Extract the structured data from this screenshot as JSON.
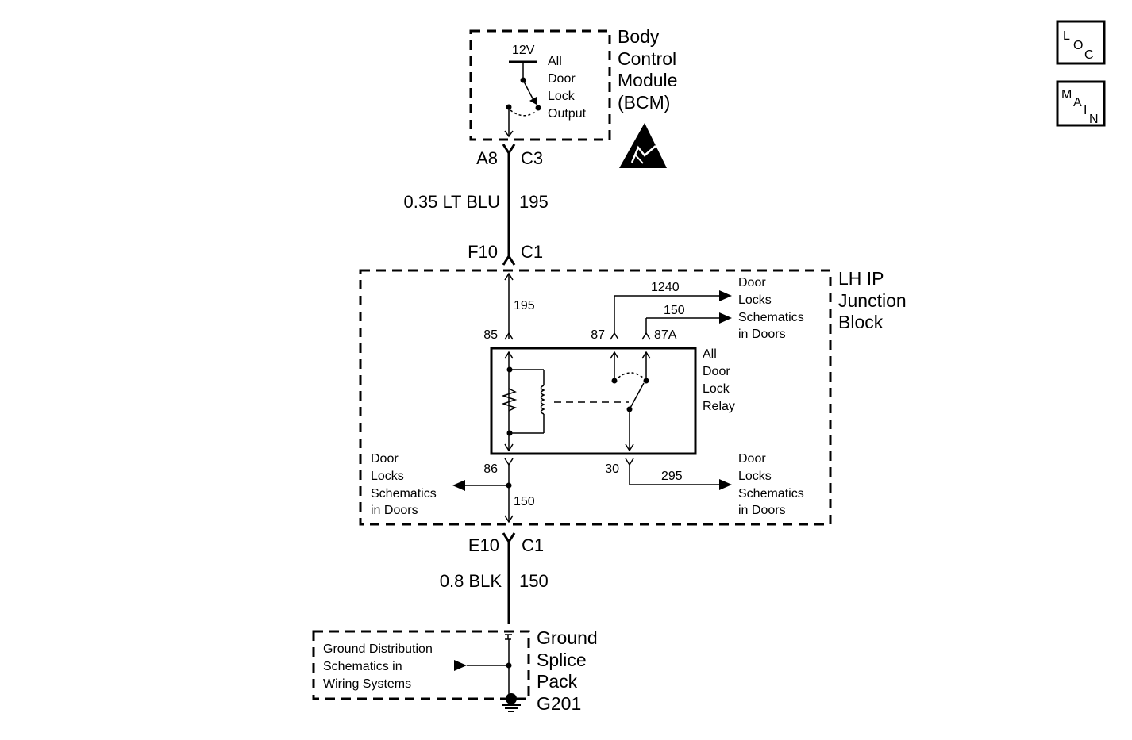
{
  "nav": {
    "loc": {
      "a": "L",
      "b": "O",
      "c": "C"
    },
    "main": {
      "a": "M",
      "b": "A",
      "c": "I",
      "d": "N"
    }
  },
  "bcm": {
    "title_lines": [
      "Body",
      "Control",
      "Module",
      "(BCM)"
    ],
    "voltage": "12V",
    "switch_lines": [
      "All",
      "Door",
      "Lock",
      "Output"
    ],
    "pin_left": "A8",
    "pin_right": "C3",
    "esd_icon": "electrostatic-discharge-warning-icon"
  },
  "wire_top": {
    "gauge_color": "0.35 LT BLU",
    "circuit": "195"
  },
  "junction": {
    "pin_in_left": "F10",
    "pin_in_right": "C1",
    "title_lines": [
      "LH IP",
      "Junction",
      "Block"
    ],
    "circuit_85": "195",
    "pin_85": "85",
    "pin_87": "87",
    "pin_87a": "87A",
    "circuit_87": "1240",
    "circuit_87a": "150",
    "ref_top_lines": [
      "Door",
      "Locks",
      "Schematics",
      "in Doors"
    ],
    "relay_lines": [
      "All",
      "Door",
      "Lock",
      "Relay"
    ],
    "pin_86": "86",
    "pin_30": "30",
    "circuit_86": "150",
    "circuit_30": "295",
    "ref_left_lines": [
      "Door",
      "Locks",
      "Schematics",
      "in Doors"
    ],
    "ref_right_lines": [
      "Door",
      "Locks",
      "Schematics",
      "in Doors"
    ],
    "pin_out_left": "E10",
    "pin_out_right": "C1"
  },
  "wire_bottom": {
    "gauge_color": "0.8 BLK",
    "circuit": "150"
  },
  "ground": {
    "ref_lines": [
      "Ground Distribution",
      "Schematics in",
      "Wiring Systems"
    ],
    "title_lines": [
      "Ground",
      "Splice",
      "Pack",
      "G201"
    ]
  }
}
